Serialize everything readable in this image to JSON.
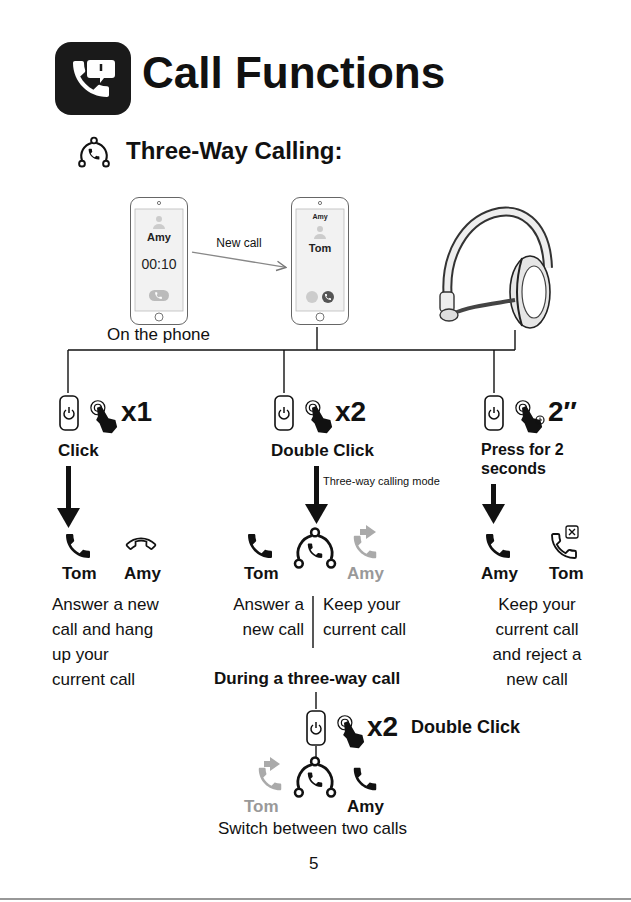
{
  "diagram": {
    "title": "Call Functions",
    "nodes": [
      {
        "text": [
          "Amy",
          "00:10"
        ]
      },
      {
        "text": [
          "Amy",
          "Tom"
        ]
      }
    ],
    "edges": [
      {
        "from": 0,
        "to": 1,
        "label": "New call",
        "arrow": "to"
      }
    ],
    "labels": [
      "Three-Way Calling:",
      "On the phone",
      "x1",
      "x2",
      "2″",
      "Click",
      "Double Click",
      "Press for 2 seconds",
      "Three-way calling mode",
      "Tom",
      "Amy",
      "Tom",
      "Amy",
      "Amy",
      "Tom",
      "Answer a new call and hang up your current call",
      "Answer a new call",
      "Keep your current call",
      "Keep your current call and reject a new call",
      "During a three-way call",
      "x2",
      "Double Click",
      "Tom",
      "Amy",
      "Switch between two calls",
      "5"
    ]
  }
}
